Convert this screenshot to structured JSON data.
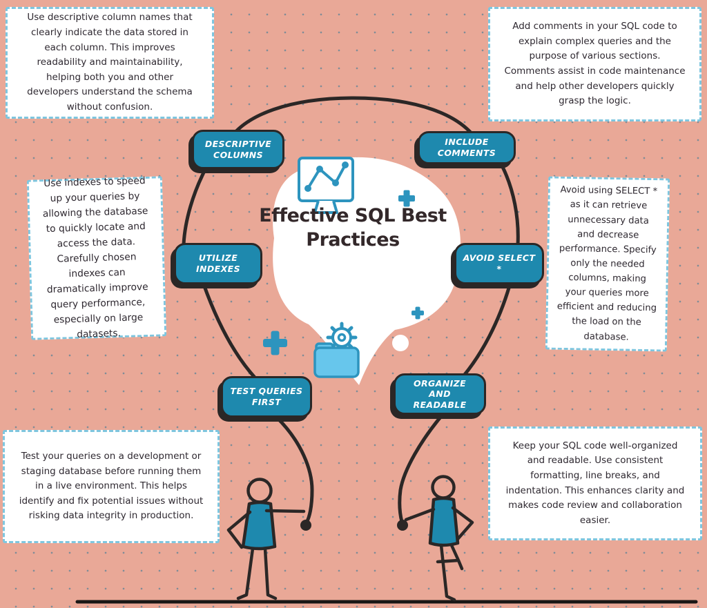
{
  "title": "Effective SQL Best Practices",
  "practices": [
    {
      "label": "DESCRIPTIVE COLUMNS",
      "note": "Use descriptive column names that clearly indicate the data stored in each column. This improves readability and maintainability, helping both you and other developers understand the schema without confusion."
    },
    {
      "label": "INCLUDE COMMENTS",
      "note": "Add comments in your SQL code to explain complex queries and the purpose of various sections. Comments assist in code maintenance and help other developers quickly grasp the logic."
    },
    {
      "label": "UTILIZE INDEXES",
      "note": "Use indexes to speed up your queries by allowing the database to quickly locate and access the data. Carefully chosen indexes can dramatically improve query performance, especially on large datasets."
    },
    {
      "label": "AVOID SELECT *",
      "note": "Avoid using SELECT * as it can retrieve unnecessary data and decrease performance. Specify only the needed columns, making your queries more efficient and reducing the load on the database."
    },
    {
      "label": "TEST QUERIES FIRST",
      "note": "Test your queries on a development or staging database before running them in a live environment. This helps identify and fix potential issues without risking data integrity in production."
    },
    {
      "label": "ORGANIZE AND READABLE",
      "note": "Keep your SQL code well-organized and readable. Use consistent formatting, line breaks, and indentation. This enhances clarity and makes code review and collaboration easier."
    }
  ],
  "icons": [
    "monitor-line-chart-icon",
    "gear-icon",
    "folder-icon",
    "plus-decoration",
    "stick-figure"
  ],
  "colors": {
    "background": "#E9A897",
    "dot_grid": "#2B7496",
    "tag_fill": "#1E89AE",
    "sketch_line": "#2B2726",
    "dashed_border": "#7EC6DF",
    "icon_blue": "#2D94BE",
    "folder_fill": "#67C6EC",
    "title_text": "#33282A",
    "note_text": "#2E2830"
  }
}
